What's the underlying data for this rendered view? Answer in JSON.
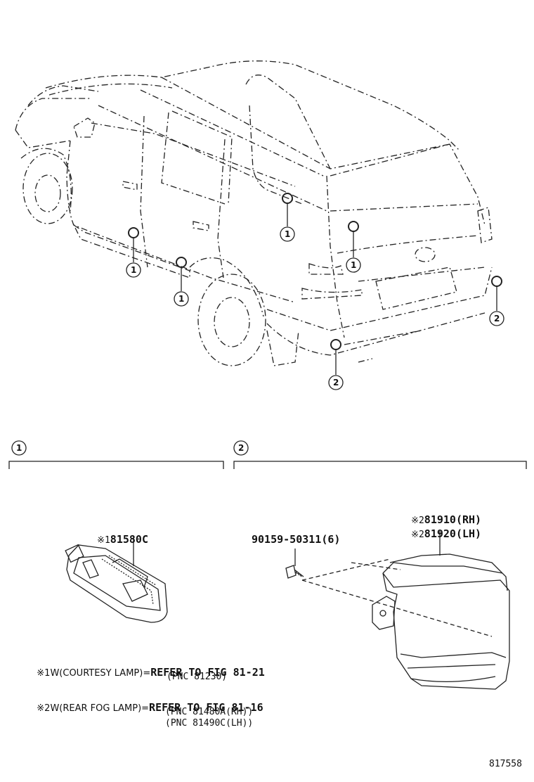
{
  "callouts": {
    "one": "1",
    "two": "2"
  },
  "parts": {
    "courtesy_lamp": {
      "mark": "※1",
      "number": "81580C"
    },
    "fog_lamp_rh": {
      "mark": "※2",
      "number": "81910(RH)"
    },
    "fog_lamp_lh": {
      "mark": "※2",
      "number": "81920(LH)"
    },
    "screw": {
      "number": "90159-50311(6)"
    }
  },
  "notes": {
    "note1": {
      "mark": "※1",
      "label": "W(COURTESY LAMP)=",
      "ref": "REFER TO FIG 81-21",
      "pnc": "(PNC 81230)"
    },
    "note2": {
      "mark": "※2",
      "label": "W(REAR FOG LAMP)=",
      "ref": "REFER TO FIG 81-16",
      "pnc_rh": "(PNC 81480A(RH))",
      "pnc_lh": "(PNC 81490C(LH))"
    }
  },
  "figure_id": "817558"
}
